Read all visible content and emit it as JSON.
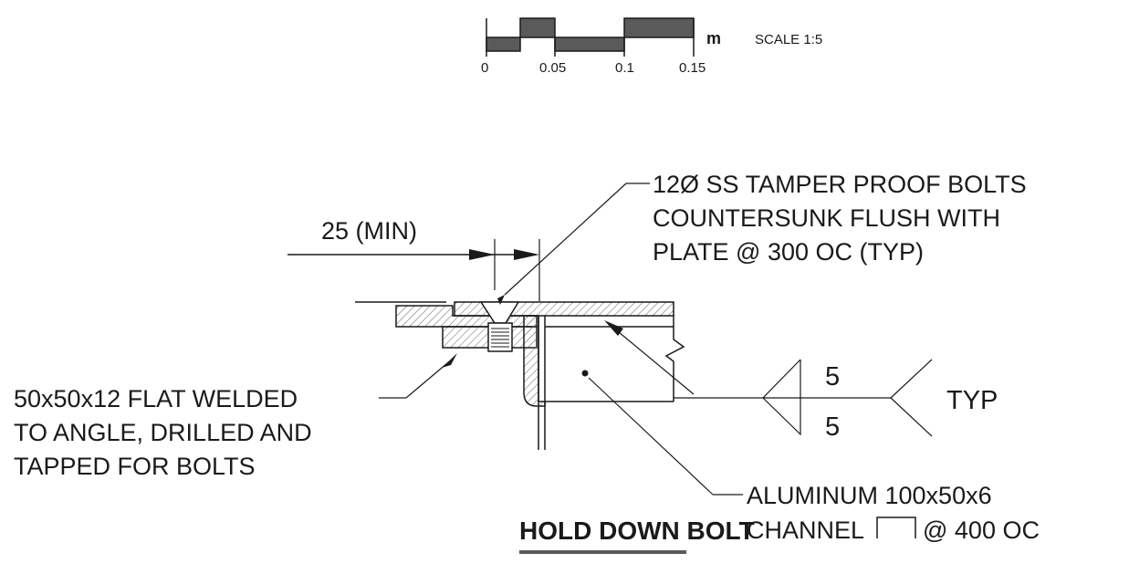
{
  "scale_bar": {
    "ticks": [
      "0",
      "0.05",
      "0.1",
      "0.15"
    ],
    "unit": "m",
    "scale_label": "SCALE 1:5"
  },
  "dimension": {
    "label": "25 (MIN)"
  },
  "notes": {
    "bolts": [
      "12Ø SS TAMPER PROOF BOLTS",
      "COUNTERSUNK FLUSH WITH",
      "PLATE @ 300 OC (TYP)"
    ],
    "flat": [
      "50x50x12 FLAT WELDED",
      "TO ANGLE, DRILLED AND",
      "TAPPED FOR BOLTS"
    ],
    "channel": [
      "ALUMINUM 100x50x6",
      "CHANNEL",
      "@ 400 OC"
    ]
  },
  "weld": {
    "top": "5",
    "bottom": "5",
    "tail": "TYP"
  },
  "title": "HOLD DOWN BOLT",
  "colors": {
    "line": "#1a1a1a",
    "hatch": "#555555",
    "fill_dark": "#555555",
    "fill_light": "#bdbdbd"
  }
}
